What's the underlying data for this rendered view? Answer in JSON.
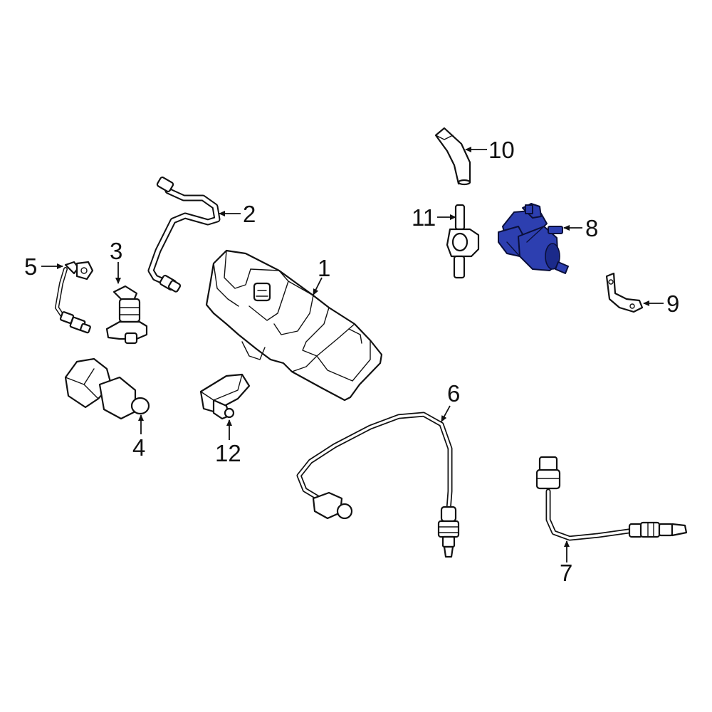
{
  "colors": {
    "line": "#111111",
    "highlight": "#2d3fb0",
    "background": "#ffffff"
  },
  "callouts": {
    "c1": "1",
    "c2": "2",
    "c3": "3",
    "c4": "4",
    "c5": "5",
    "c6": "6",
    "c7": "7",
    "c8": "8",
    "c9": "9",
    "c10": "10",
    "c11": "11",
    "c12": "12"
  },
  "highlighted_part": "8"
}
